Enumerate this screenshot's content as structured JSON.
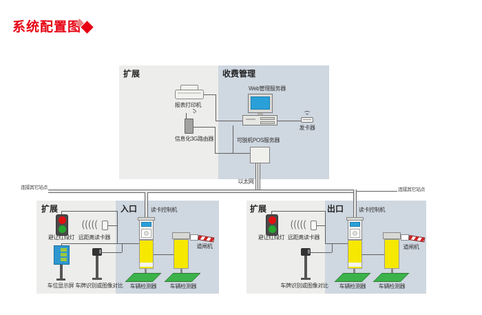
{
  "title": {
    "text": "系统配置图"
  },
  "sections": {
    "top_expand": "扩展",
    "fee_mgmt": "收费管理",
    "entry_expand": "扩展",
    "entry": "入口",
    "exit_expand": "扩展",
    "exit": "出口"
  },
  "network": {
    "ethernet": "以太网",
    "link_other_left": "连接其它站点",
    "link_other_right": "连接其它站点"
  },
  "devices": {
    "report_printer": "报表打印机",
    "router_3g": "信息化3G路由器",
    "web_server": "Web管理服务器",
    "card_issuer": "发卡器",
    "pos_server": "可脱机POS服务器",
    "traffic_light": "避让红绿灯",
    "long_range_reader": "远距离读卡器",
    "parking_display": "车位显示屏",
    "plate_recognition": "车牌识别或图像对比",
    "card_controller": "读卡控制机",
    "barrier_gate": "道闸机",
    "vehicle_detector": "车辆检测器"
  },
  "colors": {
    "accent_red": "#e60012",
    "diamond_light_red": "#ea8585",
    "panel_gray": "#ededeb",
    "panel_blue": "#cfd7e0",
    "machine_yellow": "#f6e800",
    "detector_green": "#3cb34a",
    "screen_blue": "#2aa0d8",
    "wire_gray": "#5f5f5f"
  }
}
